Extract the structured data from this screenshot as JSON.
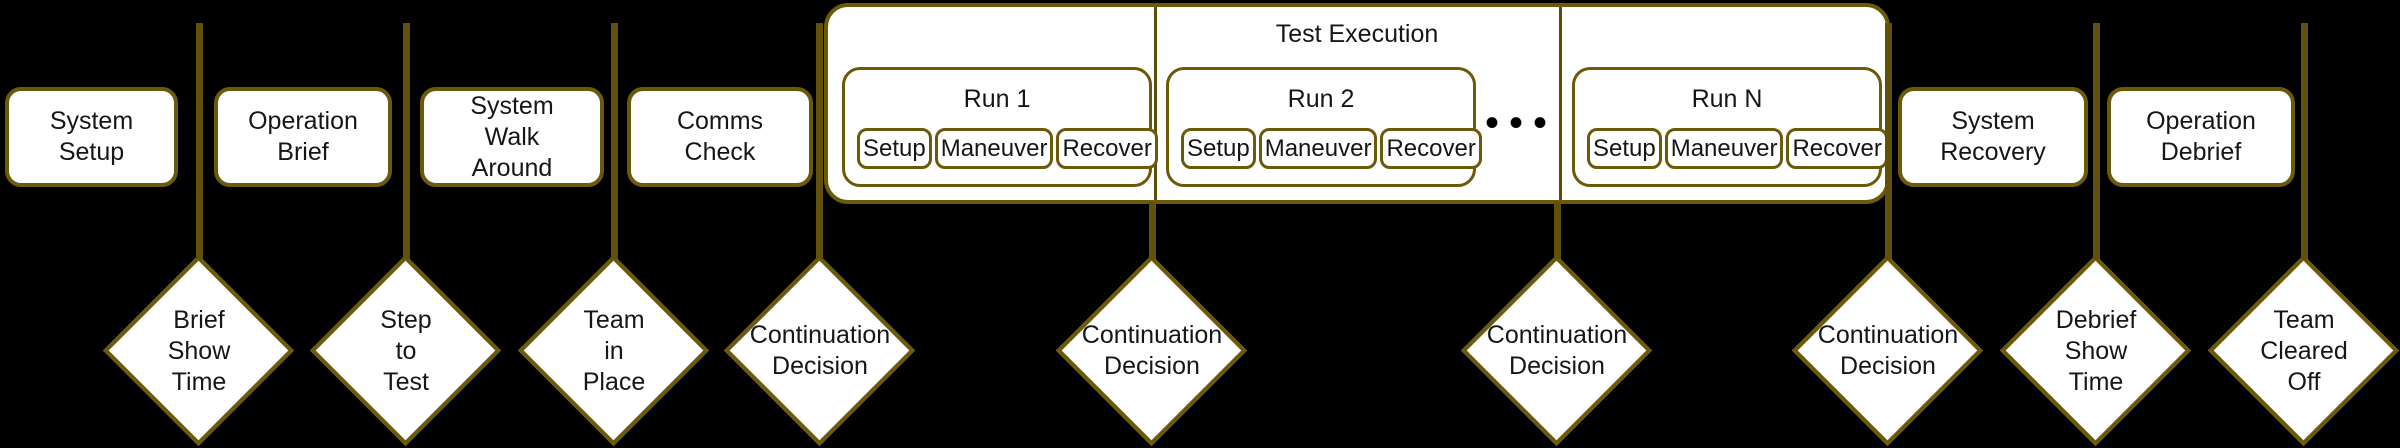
{
  "palette": {
    "background": "#000000",
    "node_fill": "#ffffff",
    "border": "#6b5a0a",
    "connector": "#60500a",
    "text": "#161616"
  },
  "timeline": {
    "stages": [
      {
        "id": "system-setup",
        "label": "System\nSetup"
      },
      {
        "id": "operation-brief",
        "label": "Operation\nBrief"
      },
      {
        "id": "system-walk-around",
        "label": "System\nWalk\nAround"
      },
      {
        "id": "comms-check",
        "label": "Comms\nCheck"
      },
      {
        "id": "system-recovery",
        "label": "System\nRecovery"
      },
      {
        "id": "operation-debrief",
        "label": "Operation\nDebrief"
      }
    ],
    "test_execution": {
      "title": "Test Execution",
      "runs": [
        {
          "title": "Run 1",
          "steps": [
            "Setup",
            "Maneuver",
            "Recover"
          ]
        },
        {
          "title": "Run 2",
          "steps": [
            "Setup",
            "Maneuver",
            "Recover"
          ]
        },
        {
          "title": "Run N",
          "steps": [
            "Setup",
            "Maneuver",
            "Recover"
          ]
        }
      ],
      "ellipsis": "•••"
    },
    "milestones": [
      {
        "id": "brief-show-time",
        "label": "Brief\nShow\nTime"
      },
      {
        "id": "step-to-test",
        "label": "Step\nto\nTest"
      },
      {
        "id": "team-in-place",
        "label": "Team\nin\nPlace"
      },
      {
        "id": "continuation-decision-1",
        "label": "Continuation\nDecision"
      },
      {
        "id": "continuation-decision-2",
        "label": "Continuation\nDecision"
      },
      {
        "id": "continuation-decision-3",
        "label": "Continuation\nDecision"
      },
      {
        "id": "continuation-decision-4",
        "label": "Continuation\nDecision"
      },
      {
        "id": "debrief-show-time",
        "label": "Debrief\nShow\nTime"
      },
      {
        "id": "team-cleared-off",
        "label": "Team\nCleared\nOff"
      }
    ]
  }
}
